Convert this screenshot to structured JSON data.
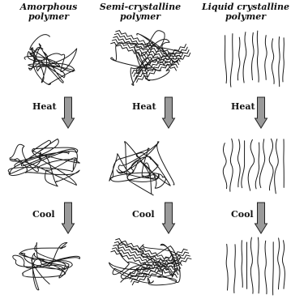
{
  "columns": [
    {
      "title_line1": "Amorphous",
      "title_line2": "polymer"
    },
    {
      "title_line1": "Semi-crystalline",
      "title_line2": "polymer"
    },
    {
      "title_line1": "Liquid crystalline",
      "title_line2": "polymer"
    }
  ],
  "steps": {
    "heat": "Heat",
    "cool": "Cool"
  }
}
